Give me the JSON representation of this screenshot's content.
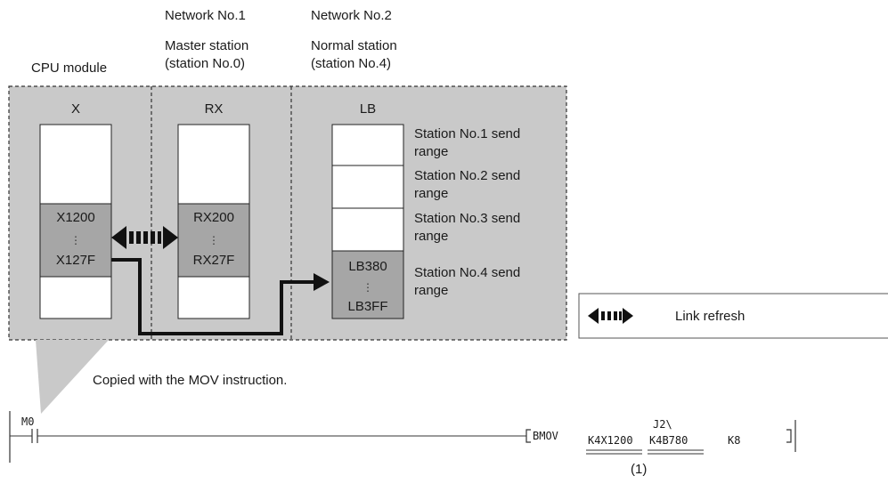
{
  "headers": {
    "network1": "Network No.1",
    "network2": "Network No.2",
    "master_station": "Master station",
    "master_station_no": "(station No.0)",
    "normal_station": "Normal station",
    "normal_station_no": "(station No.4)",
    "cpu_module": "CPU module"
  },
  "columns": {
    "x": "X",
    "rx": "RX",
    "lb": "LB"
  },
  "devices": {
    "x_start": "X1200",
    "x_end": "X127F",
    "rx_start": "RX200",
    "rx_end": "RX27F",
    "lb_start": "LB380",
    "lb_end": "LB3FF",
    "dots": "⋮"
  },
  "send_ranges": [
    {
      "line1": "Station No.1 send",
      "line2": "range"
    },
    {
      "line1": "Station No.2 send",
      "line2": "range"
    },
    {
      "line1": "Station No.3 send",
      "line2": "range"
    },
    {
      "line1": "Station No.4 send",
      "line2": "range"
    }
  ],
  "legend": {
    "label": "Link refresh"
  },
  "note": "Copied with the MOV instruction.",
  "ladder": {
    "contact": "M0",
    "instruction": "BMOV",
    "operand1": "K4X1200",
    "operand2_prefix": "J2\\",
    "operand2": "K4B780",
    "operand3": "K8",
    "footnote": "(1)"
  },
  "colors": {
    "panel_fill": "#c9c9c9",
    "highlight_fill": "#a6a6a6",
    "line": "#1a1a1a"
  }
}
